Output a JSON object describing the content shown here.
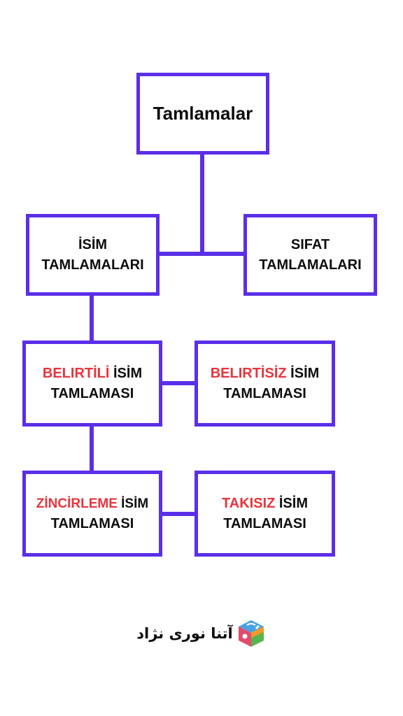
{
  "root": {
    "label": "Tamlamalar"
  },
  "level1": {
    "isim": {
      "line1": "İSİM",
      "line2": "TAMLAMALARI"
    },
    "sifat": {
      "line1": "SIFAT",
      "line2": "TAMLAMALARI"
    }
  },
  "level2": {
    "belirtili": {
      "highlight": "BELIRTİLİ",
      "rest": " İSİM",
      "line2": "TAMLAMASI"
    },
    "belirtisiz": {
      "highlight": "BELIRTİSİZ",
      "rest": " İSİM",
      "line2": "TAMLAMASI"
    }
  },
  "level3": {
    "zincirleme": {
      "highlight": "ZİNCİRLEME",
      "rest": " İSİM",
      "line2": "TAMLAMASI"
    },
    "takisiz": {
      "highlight": "TAKISIZ",
      "rest": " İSİM",
      "line2": "TAMLAMASI"
    }
  },
  "brand": {
    "name": "آتنا نوری نژاد",
    "logo_icon": "colorful-cube-logo-icon"
  },
  "colors": {
    "box_border": "#5b2ee8",
    "highlight": "#e8343c",
    "text": "#0d0d0d"
  }
}
